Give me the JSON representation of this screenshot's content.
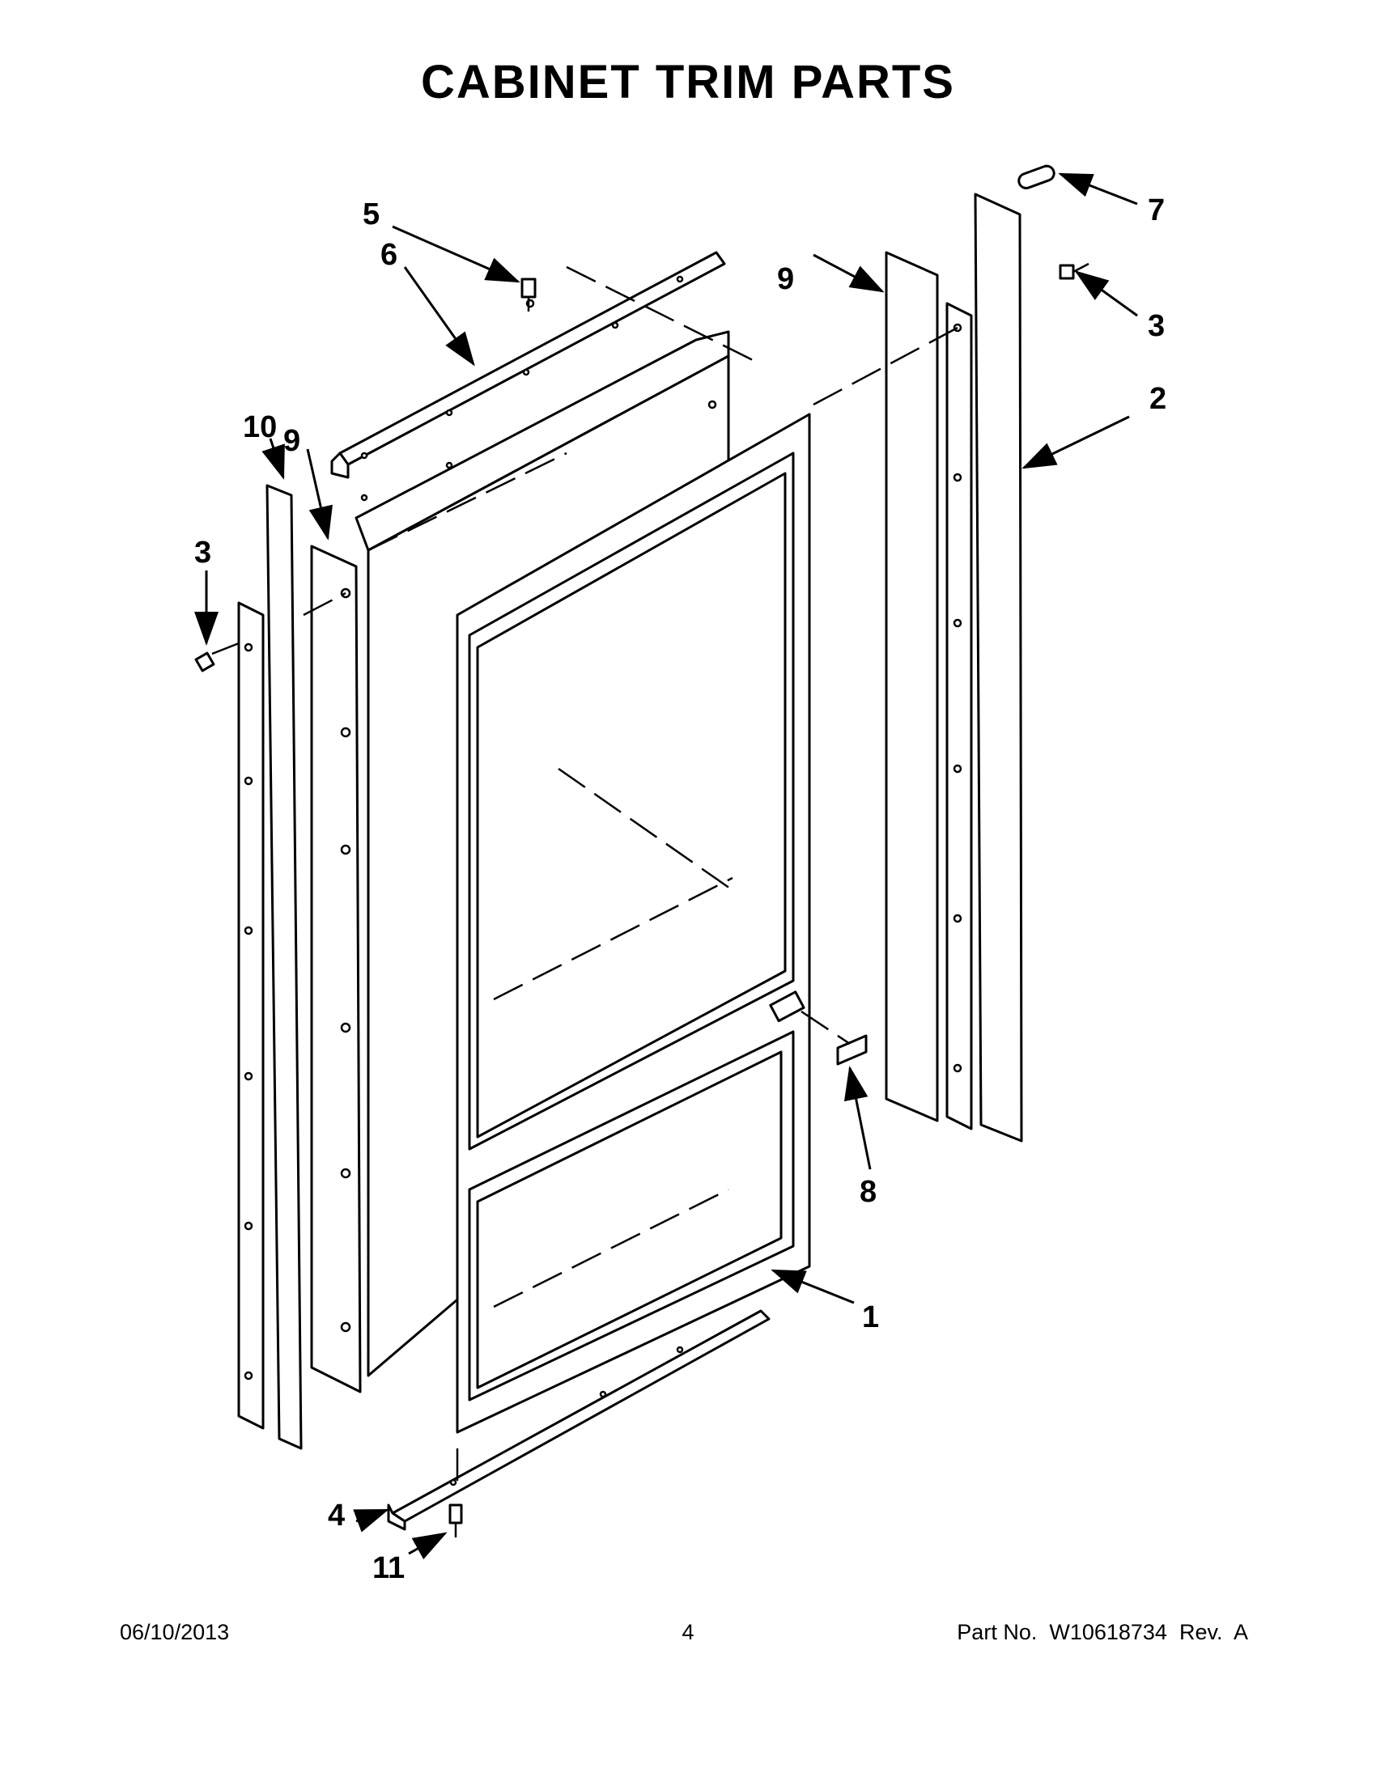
{
  "title": "CABINET TRIM PARTS",
  "footer": {
    "date": "06/10/2013",
    "page": "4",
    "part": "Part No.  W10618734  Rev.  A"
  },
  "callouts": {
    "c1": "1",
    "c2": "2",
    "c3_left": "3",
    "c3_right": "3",
    "c4": "4",
    "c5": "5",
    "c6": "6",
    "c7": "7",
    "c8": "8",
    "c9_left": "9",
    "c9_right": "9",
    "c10": "10",
    "c11": "11"
  }
}
